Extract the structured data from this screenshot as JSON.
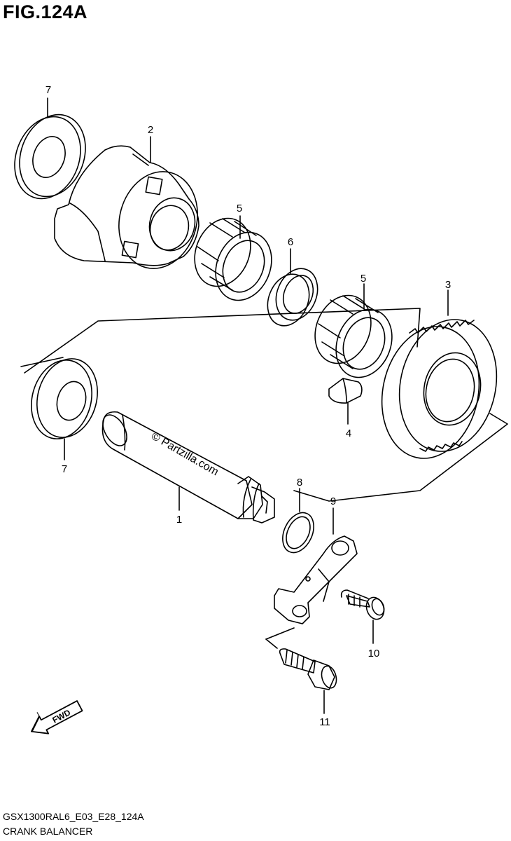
{
  "figure": {
    "title": "FIG.124A",
    "caption_code": "GSX1300RAL6_E03_E28_124A",
    "caption_name": "CRANK BALANCER"
  },
  "parts": [
    {
      "ref": "1",
      "part": "shaft"
    },
    {
      "ref": "2",
      "part": "balancer-weight"
    },
    {
      "ref": "3",
      "part": "driven-gear"
    },
    {
      "ref": "4",
      "part": "damper"
    },
    {
      "ref": "5",
      "part": "needle-bearing-upper"
    },
    {
      "ref": "5",
      "part": "needle-bearing-lower"
    },
    {
      "ref": "6",
      "part": "spacer"
    },
    {
      "ref": "7",
      "part": "washer-upper"
    },
    {
      "ref": "7",
      "part": "washer-lower"
    },
    {
      "ref": "8",
      "part": "o-ring"
    },
    {
      "ref": "9",
      "part": "lever"
    },
    {
      "ref": "10",
      "part": "bolt-small"
    },
    {
      "ref": "11",
      "part": "bolt-large"
    }
  ],
  "watermark": "© Partzilla.com",
  "direction_label": "FWD"
}
